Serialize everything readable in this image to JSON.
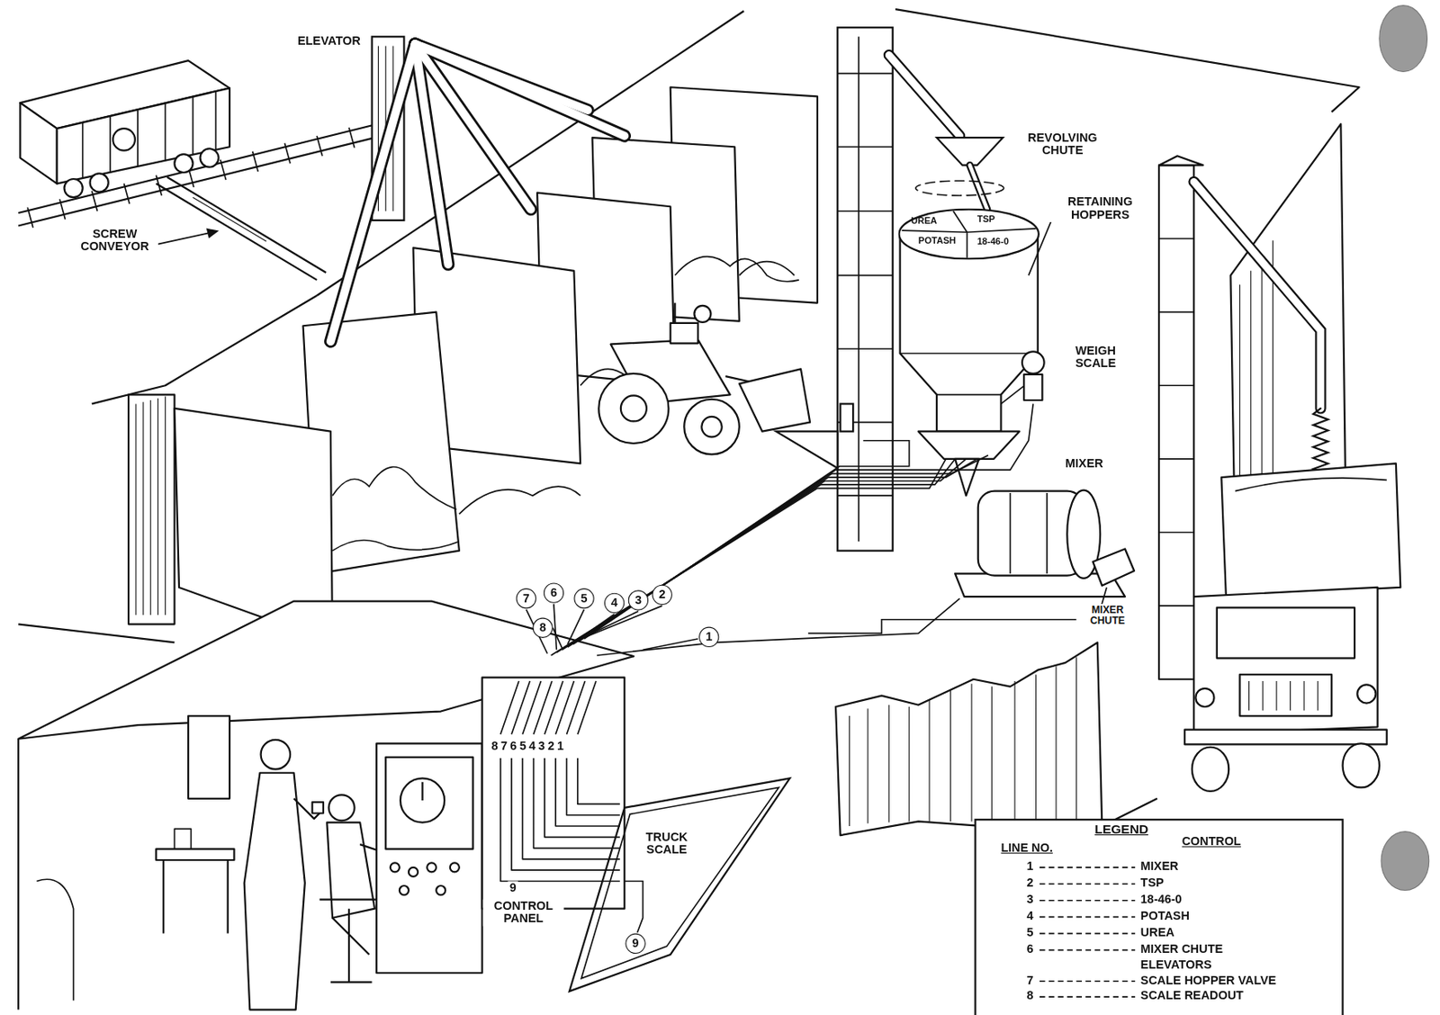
{
  "diagram": {
    "nodes": [
      {
        "text": [
          "UREA",
          "TSP",
          "POTASH",
          "18-46-0"
        ]
      },
      {
        "text": [
          "TRUCK SCALE"
        ]
      }
    ],
    "labels": [
      "ELEVATOR",
      "SCREW CONVEYOR",
      "REVOLVING CHUTE",
      "RETAINING HOPPERS",
      "WEIGH SCALE",
      "MIXER",
      "MIXER CHUTE",
      "7",
      "6",
      "5",
      "4",
      "3",
      "2",
      "8",
      "1",
      "87654321",
      "9",
      "CONTROL PANEL",
      "9",
      "LEGEND",
      "LINE NO.",
      "CONTROL",
      "1",
      "2",
      "3",
      "4",
      "5",
      "6",
      "7",
      "8"
    ],
    "legend": [
      {
        "text": "MIXER"
      },
      {
        "text": "TSP"
      },
      {
        "text": "18-46-0"
      },
      {
        "text": "POTASH"
      },
      {
        "text": "UREA"
      },
      {
        "text": "MIXER CHUTE"
      },
      {
        "text": "ELEVATORS"
      },
      {
        "text": "SCALE HOPPER VALVE"
      },
      {
        "text": "SCALE READOUT"
      }
    ]
  }
}
